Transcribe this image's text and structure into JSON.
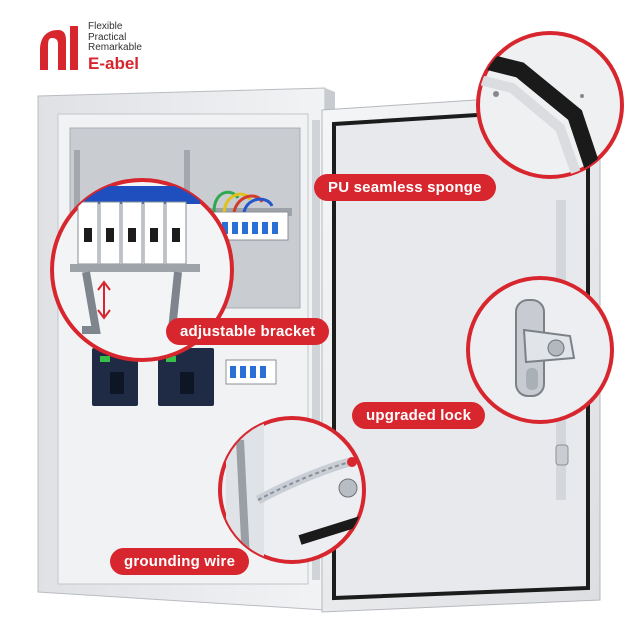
{
  "logo": {
    "taglines": [
      "Flexible",
      "Practical",
      "Remarkable"
    ],
    "brand": "E-abel",
    "accent": "#d7262e"
  },
  "callouts": {
    "sponge": "PU seamless sponge",
    "bracket": "adjustable bracket",
    "lock": "upgraded lock",
    "wire": "grounding wire"
  },
  "colors": {
    "callout_bg": "#d7262e",
    "cabinet": "#e9eaec",
    "backplate": "#c9ccd1",
    "breaker": "#1f2a44"
  }
}
